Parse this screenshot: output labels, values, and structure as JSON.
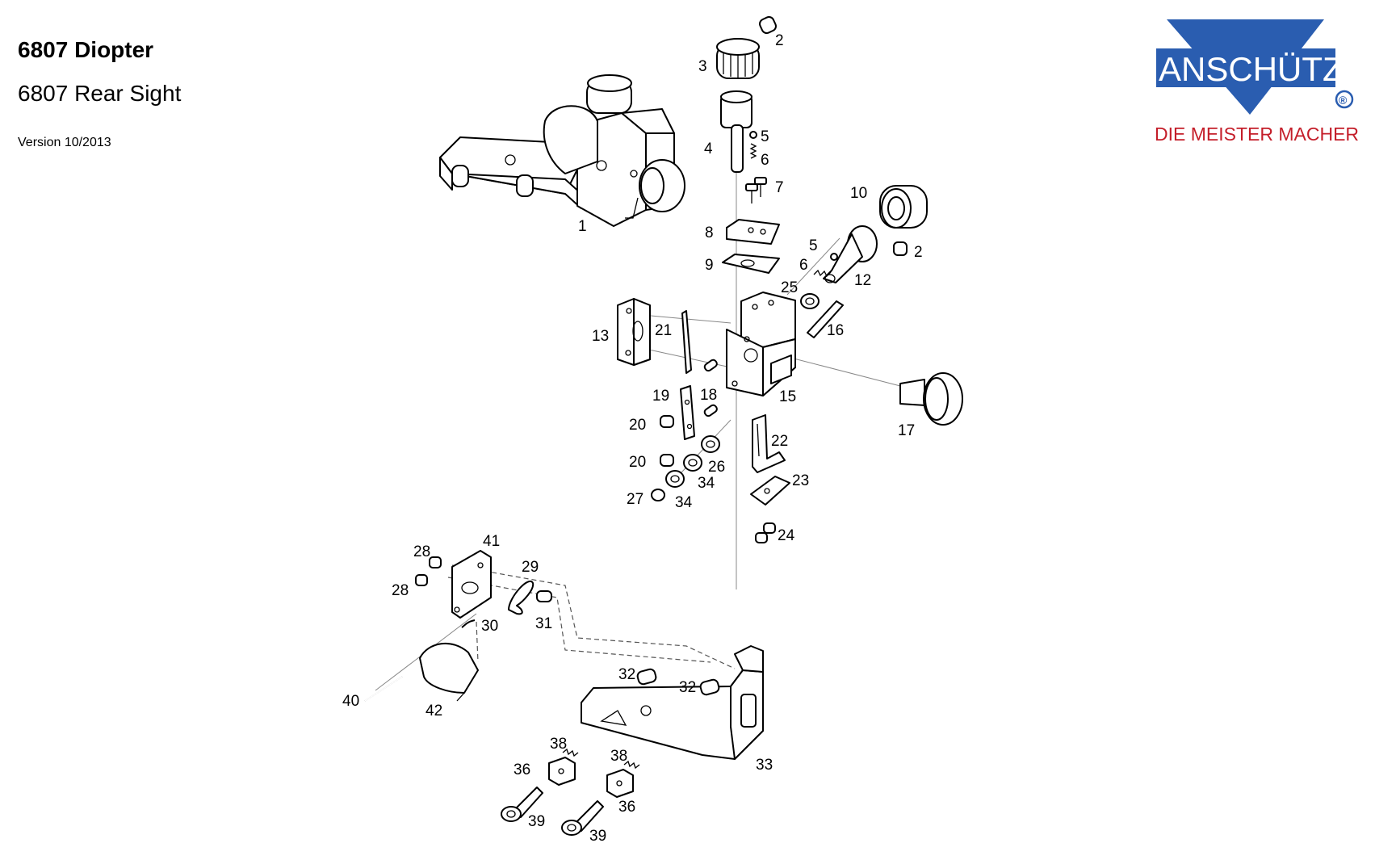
{
  "header": {
    "title": "6807 Diopter",
    "subtitle": "6807 Rear Sight",
    "version": "Version 10/2013"
  },
  "logo": {
    "brand": "ANSCHÜTZ",
    "registered": "®",
    "tagline": "DIE MEISTER MACHER",
    "colors": {
      "triangle": "#2a5db0",
      "text": "#ffffff",
      "tagline": "#c41e2a"
    }
  },
  "labels": {
    "p1": "1",
    "p2a": "2",
    "p2b": "2",
    "p3": "3",
    "p4": "4",
    "p5a": "5",
    "p5b": "5",
    "p6a": "6",
    "p6b": "6",
    "p7": "7",
    "p8": "8",
    "p9": "9",
    "p10": "10",
    "p12": "12",
    "p13": "13",
    "p15": "15",
    "p16": "16",
    "p17": "17",
    "p18": "18",
    "p19": "19",
    "p20a": "20",
    "p20b": "20",
    "p21": "21",
    "p22": "22",
    "p23": "23",
    "p24": "24",
    "p25": "25",
    "p26": "26",
    "p27": "27",
    "p28a": "28",
    "p28b": "28",
    "p29": "29",
    "p30": "30",
    "p31": "31",
    "p32a": "32",
    "p32b": "32",
    "p33": "33",
    "p34a": "34",
    "p34b": "34",
    "p36a": "36",
    "p36b": "36",
    "p38a": "38",
    "p38b": "38",
    "p39a": "39",
    "p39b": "39",
    "p40": "40",
    "p41": "41",
    "p42": "42"
  }
}
